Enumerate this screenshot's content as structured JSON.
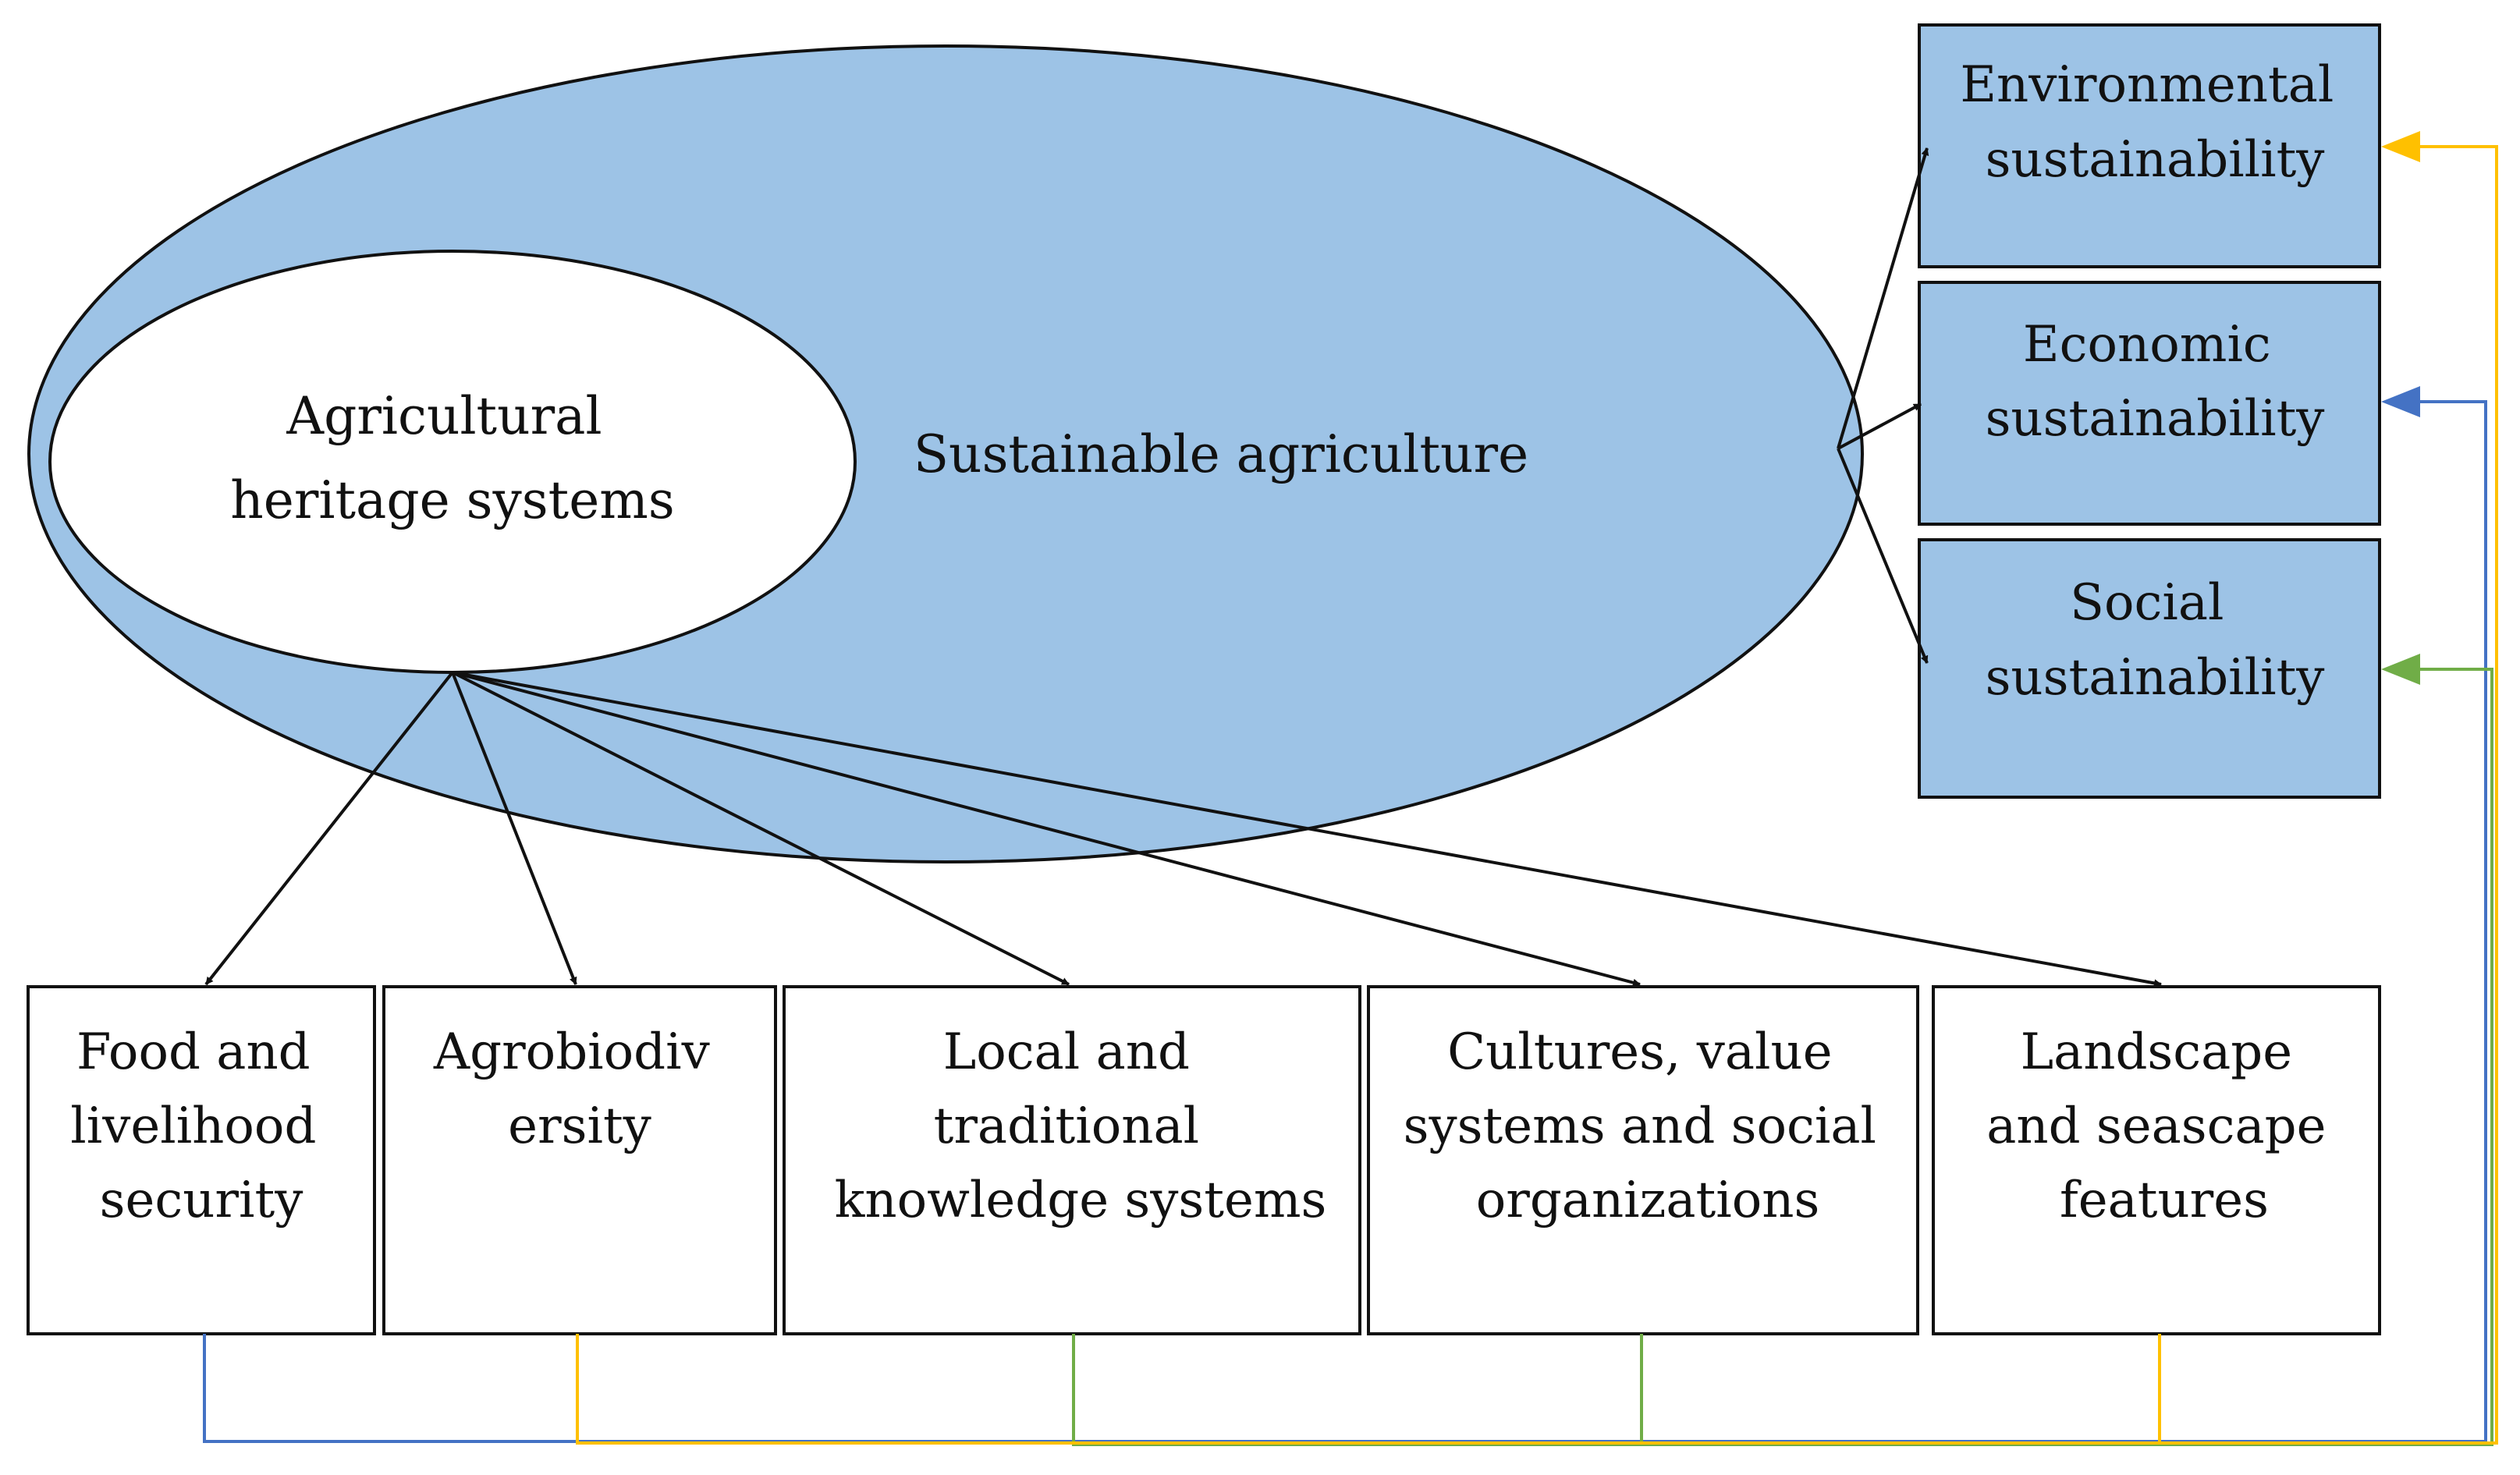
{
  "diagram": {
    "outer_ellipse": {
      "label": "Sustainable agriculture",
      "fill": "#9DC3E6"
    },
    "inner_ellipse": {
      "label_lines": [
        "Agricultural",
        "heritage systems"
      ],
      "fill": "#FFFFFF"
    },
    "sustainability_boxes": [
      {
        "id": "environmental",
        "lines": [
          "Environmental",
          "sustainability"
        ],
        "fill": "#9DC3E6"
      },
      {
        "id": "economic",
        "lines": [
          "Economic",
          "sustainability"
        ],
        "fill": "#9DC3E6"
      },
      {
        "id": "social",
        "lines": [
          "Social",
          "sustainability"
        ],
        "fill": "#9DC3E6"
      }
    ],
    "component_boxes": [
      {
        "id": "food",
        "lines": [
          "Food and",
          "livelihood",
          "security"
        ]
      },
      {
        "id": "agrobiodiversity",
        "lines": [
          "Agrobiodiv",
          "ersity"
        ]
      },
      {
        "id": "knowledge",
        "lines": [
          "Local and",
          "traditional",
          "knowledge systems"
        ]
      },
      {
        "id": "cultures",
        "lines": [
          "Cultures, value",
          "systems and social",
          "organizations"
        ]
      },
      {
        "id": "landscape",
        "lines": [
          "Landscape",
          "and seascape",
          "features"
        ]
      }
    ],
    "feedback_colors": {
      "environmental": "#FFC000",
      "economic": "#4472C4",
      "social": "#70AD47"
    },
    "stroke_color": "#111111"
  }
}
